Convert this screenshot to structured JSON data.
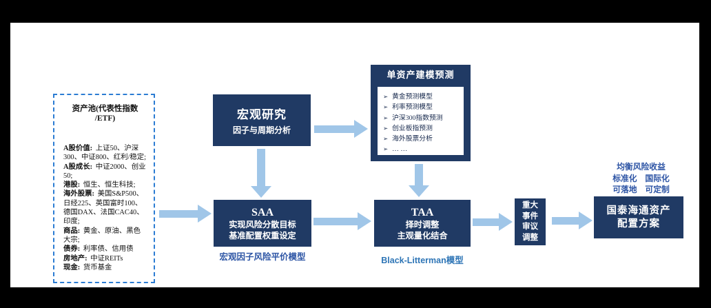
{
  "colors": {
    "navy": "#203a64",
    "arrow_blue": "#a0c6e8",
    "dashed_border_blue": "#2b7cd3",
    "caption_blue_left": "#2d55a5",
    "caption_blue_right": "#2e75b6",
    "annotation_blue": "#2e55a5"
  },
  "asset_pool": {
    "title_line1": "资产池(代表性指数",
    "title_line2": "/ETF)",
    "items": [
      {
        "label": "A股价值:",
        "value": "上证50、沪深300、中证800、红利/稳定;"
      },
      {
        "label": "A股成长:",
        "value": "中证2000、创业50;"
      },
      {
        "label": "港股:",
        "value": "恒生、恒生科技;"
      },
      {
        "label": "海外股票:",
        "value": "美国S&P500、日经225、英国富时100、德国DAX、法国CAC40、印度;"
      },
      {
        "label": "商品:",
        "value": "黄金、原油、黑色大宗;"
      },
      {
        "label": "债券:",
        "value": "利率债、信用债"
      },
      {
        "label": "房地产:",
        "value": "中证REITs"
      },
      {
        "label": "现金:",
        "value": "货币基金"
      }
    ]
  },
  "macro_box": {
    "title": "宏观研究",
    "subtitle": "因子与周期分析"
  },
  "single_asset_box": {
    "title": "单资产建模预测",
    "bullet_glyph": "➢",
    "items": [
      "黄金预测模型",
      "利率预测模型",
      "沪深300指数预测",
      "创业板指预测",
      "海外股票分析",
      "… …"
    ]
  },
  "saa_box": {
    "title": "SAA",
    "line1": "实现风险分散目标",
    "line2": "基准配置权重设定",
    "caption": "宏观因子风险平价模型"
  },
  "taa_box": {
    "title": "TAA",
    "line1": "择时调整",
    "line2": "主观量化结合",
    "caption": "Black-Litterman模型"
  },
  "major_event_box": {
    "lines": [
      "重大",
      "事件",
      "审议",
      "调整"
    ]
  },
  "output_box": {
    "line1": "国泰海通资产",
    "line2": "配置方案"
  },
  "output_features": {
    "line1": "均衡风险收益",
    "line2": "标准化　国际化",
    "line3": "可落地　可定制"
  }
}
